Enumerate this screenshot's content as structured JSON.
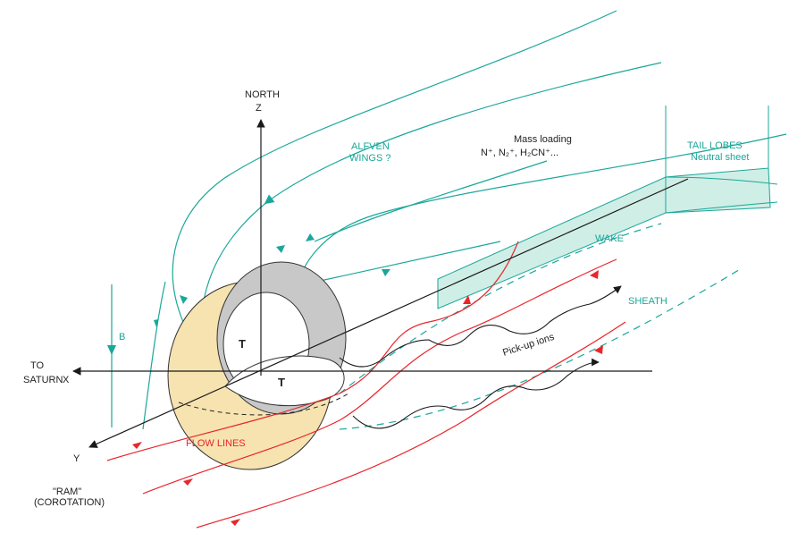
{
  "labels": {
    "north": "NORTH",
    "z": "Z",
    "to": "TO",
    "saturn": "SATURN",
    "x": "X",
    "y": "Y",
    "b": "B",
    "t_upper": "T",
    "t_lower": "T",
    "ram": "\"RAM\"",
    "corotation": "(COROTATION)",
    "alfven_1": "ALFVEN",
    "alfven_2": "WINGS ?",
    "mass_loading_1": "Mass loading",
    "mass_loading_2": "N⁺, N₂⁺, H₂CN⁺...",
    "tail_lobes": "TAIL LOBES",
    "neutral_sheet": "Neutral sheet",
    "wake": "WAKE",
    "sheath": "SHEATH",
    "pickup_ions": "Pick-up ions",
    "flow_lines": "FLOW LINES"
  },
  "colors": {
    "teal": "#1aa79a",
    "red": "#e8262c",
    "body_fill": "#f6e3b0",
    "ring_gray": "#c8c8c8",
    "tail_fill": "#cfeee6",
    "axis": "#1a1a1a"
  }
}
